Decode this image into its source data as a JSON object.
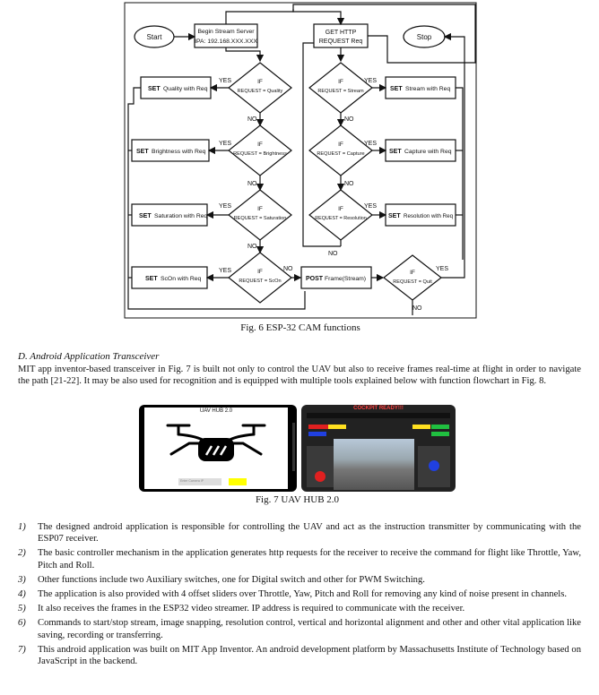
{
  "figure6": {
    "caption": "Fig. 6 ESP-32 CAM functions",
    "nodes": {
      "start": "Start",
      "begin_line1": "Begin Stream Server",
      "begin_line2": "IPA: 192.168.XXX.XXX",
      "get_line1": "GET HTTP",
      "get_line2": "REQUEST Req",
      "stop": "Stop",
      "if": "IF",
      "yes": "YES",
      "no": "NO",
      "cond_quality": "REQUEST = Quality",
      "cond_brightness": "REQUEST = Brightness",
      "cond_saturation": "REQUEST = Saturation",
      "cond_scon": "REQUEST = ScOn",
      "cond_stream": "REQUEST = Stream",
      "cond_capture": "REQUEST = Capture",
      "cond_resolution": "REQUEST = Resolution",
      "cond_quit": "REQUEST = Quit",
      "set_quality_kw": "SET",
      "set_quality": "Quality with Req",
      "set_brightness_kw": "SET",
      "set_brightness": "Brightness with Req",
      "set_saturation_kw": "SET",
      "set_saturation": "Saturation with Req",
      "set_scon_kw": "SET",
      "set_scon": "ScOn with Req",
      "set_stream_kw": "SET",
      "set_stream": "Stream with Req",
      "set_capture_kw": "SET",
      "set_capture": "Capture with Req",
      "set_resolution_kw": "SET",
      "set_resolution": "Resolution with Req",
      "post_kw": "POST",
      "post": "Frame(Stream)"
    }
  },
  "section": {
    "heading": "D.  Android Application Transceiver",
    "paragraph": "MIT app inventor-based transceiver in Fig. 7 is built not only to control the UAV but also to receive frames real-time at flight in order to navigate the path [21-22]. It may be also used for recognition and is equipped with multiple tools explained below with function flowchart in Fig. 8."
  },
  "figure7": {
    "caption": "Fig. 7 UAV HUB 2.0",
    "left_screen_title": "UAV HUB 2.0",
    "left_input_placeholder": "Enter Camera IP",
    "right_screen_title": "COCKPIT READY!!!"
  },
  "items": [
    {
      "num": "1)",
      "text": "The designed android application is responsible for controlling the UAV and act as the instruction transmitter by communicating with the ESP07 receiver."
    },
    {
      "num": "2)",
      "text": "The basic controller mechanism in the application generates http requests for the receiver to receive the command for flight like Throttle, Yaw, Pitch and Roll."
    },
    {
      "num": "3)",
      "text": "Other functions include two Auxiliary switches, one for Digital switch and other for PWM Switching."
    },
    {
      "num": "4)",
      "text": "The application is also provided with 4 offset sliders over Throttle, Yaw, Pitch and Roll for removing any kind of noise present in channels."
    },
    {
      "num": "5)",
      "text": "It also receives the frames in the ESP32 video streamer. IP address is required to communicate with the receiver."
    },
    {
      "num": "6)",
      "text": "Commands to start/stop stream, image snapping, resolution control, vertical and horizontal alignment and other and other vital application like saving, recording or transferring."
    },
    {
      "num": "7)",
      "text": "This android application was built on MIT App Inventor. An android development platform by Massachusetts Institute of Technology based on JavaScript in the backend."
    }
  ]
}
